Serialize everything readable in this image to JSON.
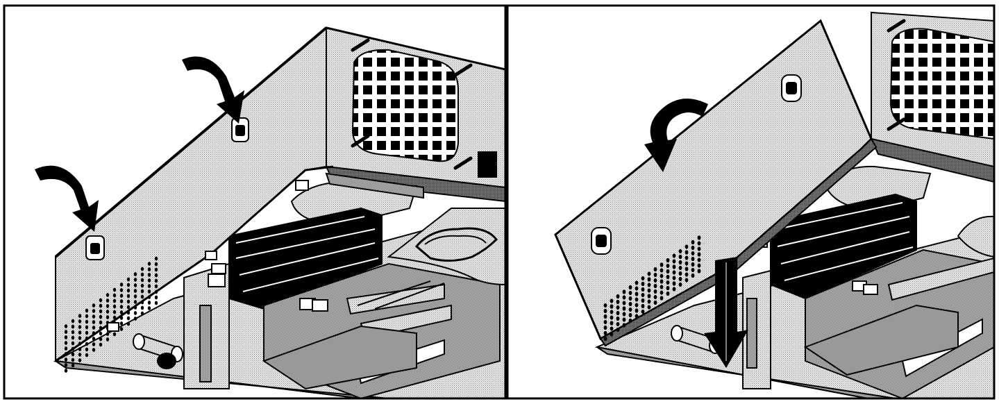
{
  "figure": {
    "panels": [
      {
        "id": "left",
        "step": "locate-latches",
        "callouts": [
          "arrow-upper-latch",
          "arrow-lower-latch"
        ]
      },
      {
        "id": "right",
        "step": "tilt-and-lift-cover",
        "callouts": [
          "rotate-arrow",
          "down-arrow"
        ]
      }
    ],
    "colors": {
      "ink": "#000000",
      "paper": "#ffffff",
      "stipple_light": "#d9d9d9",
      "stipple_mid": "#b8b8b8",
      "stipple_dark": "#8c8c8c"
    }
  }
}
